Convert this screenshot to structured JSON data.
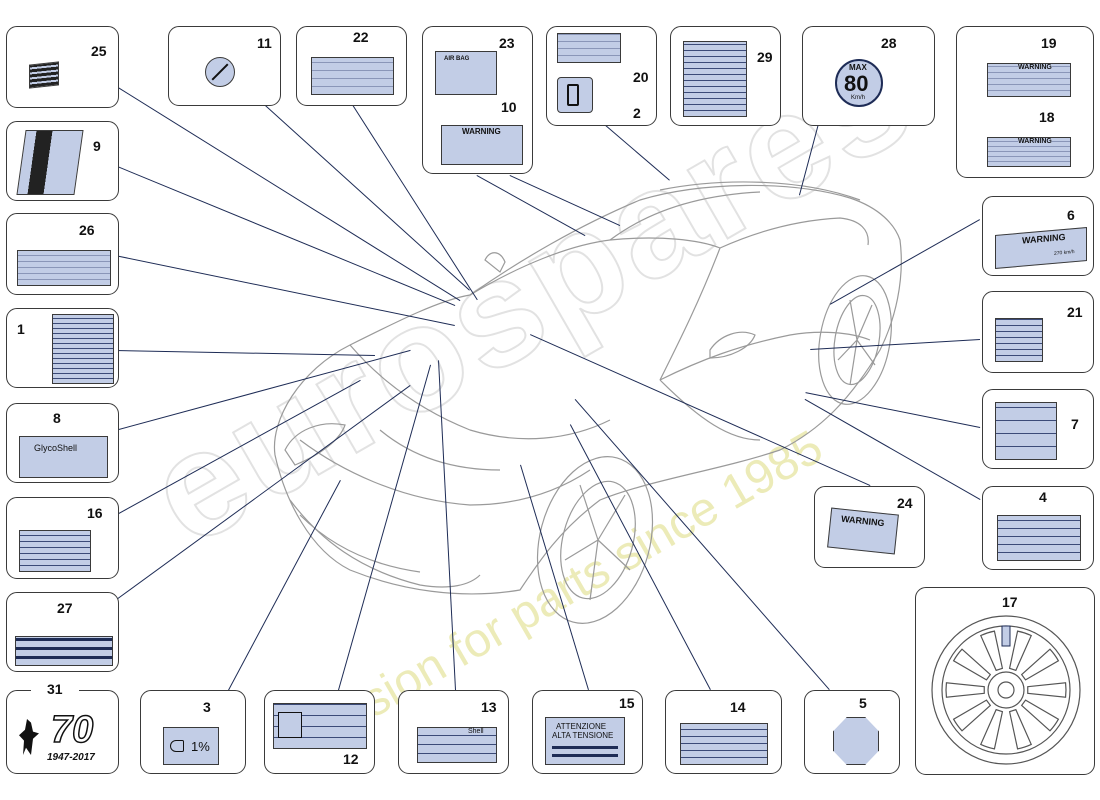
{
  "diagram": {
    "callouts": [
      {
        "num": "1"
      },
      {
        "num": "2"
      },
      {
        "num": "3"
      },
      {
        "num": "4"
      },
      {
        "num": "5"
      },
      {
        "num": "6"
      },
      {
        "num": "7"
      },
      {
        "num": "8"
      },
      {
        "num": "9"
      },
      {
        "num": "10"
      },
      {
        "num": "11"
      },
      {
        "num": "12"
      },
      {
        "num": "13"
      },
      {
        "num": "14"
      },
      {
        "num": "15"
      },
      {
        "num": "16"
      },
      {
        "num": "17"
      },
      {
        "num": "18"
      },
      {
        "num": "19"
      },
      {
        "num": "20"
      },
      {
        "num": "21"
      },
      {
        "num": "22"
      },
      {
        "num": "23"
      },
      {
        "num": "24"
      },
      {
        "num": "25"
      },
      {
        "num": "26"
      },
      {
        "num": "27"
      },
      {
        "num": "28"
      },
      {
        "num": "29"
      },
      {
        "num": "31"
      }
    ],
    "label_text": {
      "airbag": "AIR BAG",
      "warning": "WARNING",
      "warning_lower": "Warning",
      "glycoshell": "GlycoShell",
      "shell": "Shell",
      "attenzione_line1": "ATTENZIONE",
      "attenzione_line2": "ALTA TENSIONE",
      "max": "MAX",
      "speed": "80",
      "speed_unit": "Km/h",
      "headlamp_pct": "1%",
      "anniv_big": "70",
      "anniv_years": "1947-2017",
      "tpms_speed": "270 km/h"
    },
    "watermark": {
      "main": "eurospares",
      "sub": "a passion for parts since 1985"
    },
    "colors": {
      "label_fill": "#c2cde6",
      "leader_line": "#1e2c56",
      "box_border": "#3a3a3a",
      "watermark": "#e6e6b4"
    }
  }
}
